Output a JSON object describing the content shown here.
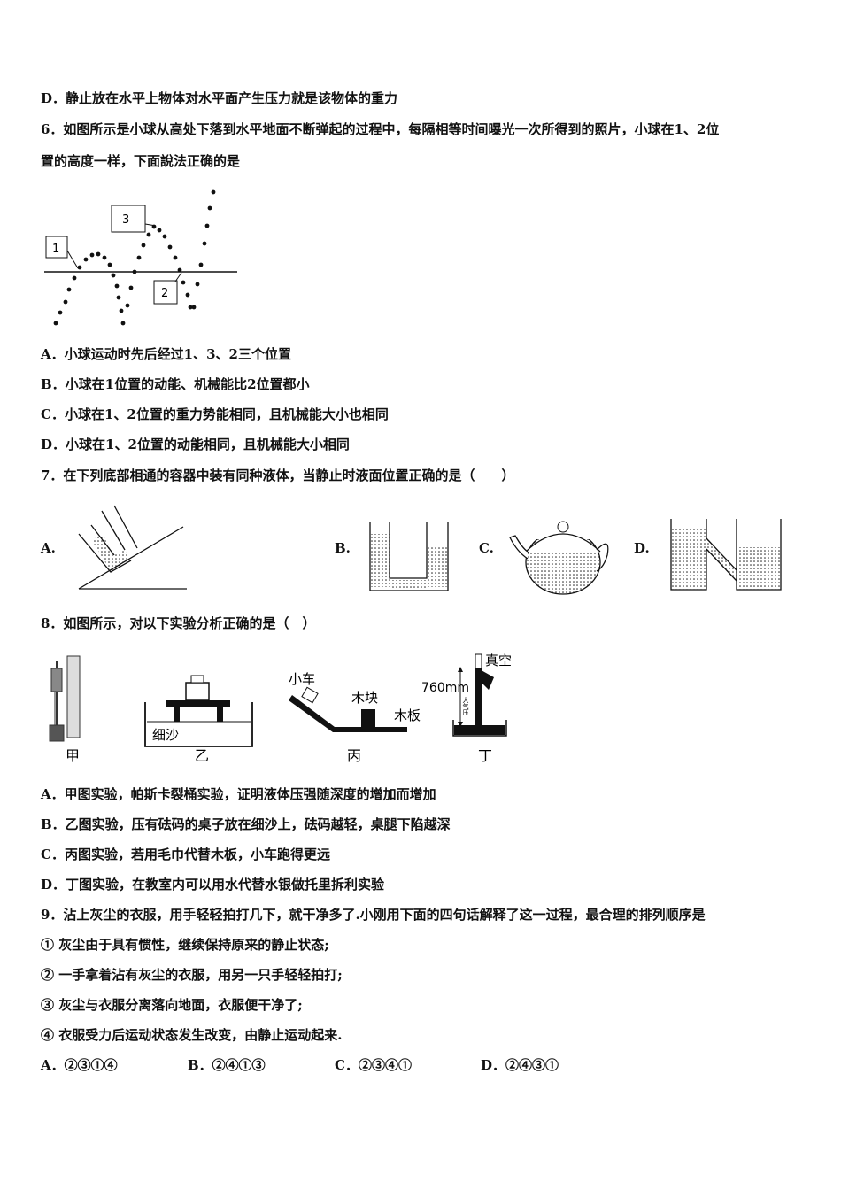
{
  "lines": {
    "q5d": "D．静止放在水平上物体对水平面产生压力就是该物体的重力",
    "q6a": "6．如图所示是小球从高处下落到水平地面不断弹起的过程中，每隔相等时间曝光一次所得到的照片，小球在1、2位",
    "q6b": "置的高度一样，下面說法正确的是",
    "q6A": "A．小球运动时先后经过1、3、2三个位置",
    "q6B": "B．小球在1位置的动能、机械能比2位置都小",
    "q6C": "C．小球在1、2位置的重力势能相同，且机械能大小也相同",
    "q6D": "D．小球在1、2位置的动能相同，且机械能大小相同",
    "q7": "7．在下列底部相通的容器中装有同种液体，当静止时液面位置正确的是（　　）",
    "q8": "8．如图所示，对以下实验分析正确的是（　）",
    "q8A": "A．甲图实验，帕斯卡裂桶实验，证明液体压强随深度的增加而增加",
    "q8B": "B．乙图实验，压有砝码的桌子放在细沙上，砝码越轻，桌腿下陷越深",
    "q8C": "C．丙图实验，若用毛巾代替木板，小车跑得更远",
    "q8D": "D．丁图实验，在教室内可以用水代替水银做托里拆利实验",
    "q9": "9．沾上灰尘的衣服，用手轻轻拍打几下，就干净多了.小刚用下面的四句话解释了这一过程，最合理的排列顺序是",
    "q9s1": "① 灰尘由于具有惯性，继续保持原来的静止状态;",
    "q9s2": "② 一手拿着沾有灰尘的衣服，用另一只手轻轻拍打;",
    "q9s3": "③ 灰尘与衣服分离落向地面，衣服便干净了;",
    "q9s4": "④ 衣服受力后运动状态发生改变，由静止运动起来."
  },
  "q6_fig": {
    "label1": "1",
    "label2": "2",
    "label3": "3"
  },
  "q7_opts": {
    "a": "A.",
    "b": "B.",
    "c": "C.",
    "d": "D."
  },
  "q8_fig": {
    "jia": "甲",
    "yi": "乙",
    "bing": "丙",
    "ding": "丁",
    "xisha": "细沙",
    "xiaoche": "小车",
    "mukuai": "木块",
    "muban": "木板",
    "zhenkong": "真空",
    "mm760": "760mm",
    "daqiya": "大气压"
  },
  "q9_opts": {
    "a": "A．②③①④",
    "b": "B．②④①③",
    "c": "C．②③④①",
    "d": "D．②④③①"
  }
}
